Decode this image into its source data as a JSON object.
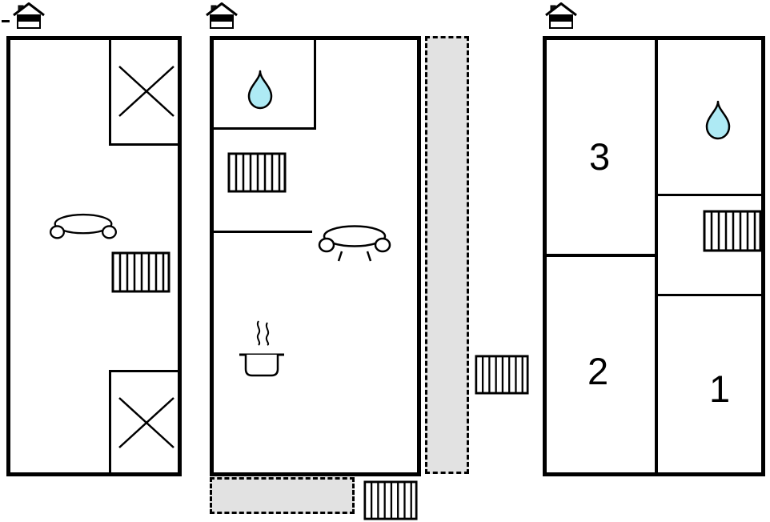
{
  "rooms": {
    "room1": {
      "label": "1"
    },
    "room2": {
      "label": "2"
    },
    "room3": {
      "label": "3"
    }
  },
  "colors": {
    "wall": "#000000",
    "water": "#aeeaf4",
    "gray_area": "#e2e2e2",
    "background": "#ffffff",
    "text": "#000000"
  },
  "icons": {
    "house": "house-icon",
    "water_drop": "water-drop-icon",
    "radiator": "radiator-icon",
    "sofa": "sofa-icon",
    "cooking_pot": "cooking-pot-icon",
    "cross_symbol": "cross-symbol-icon"
  }
}
